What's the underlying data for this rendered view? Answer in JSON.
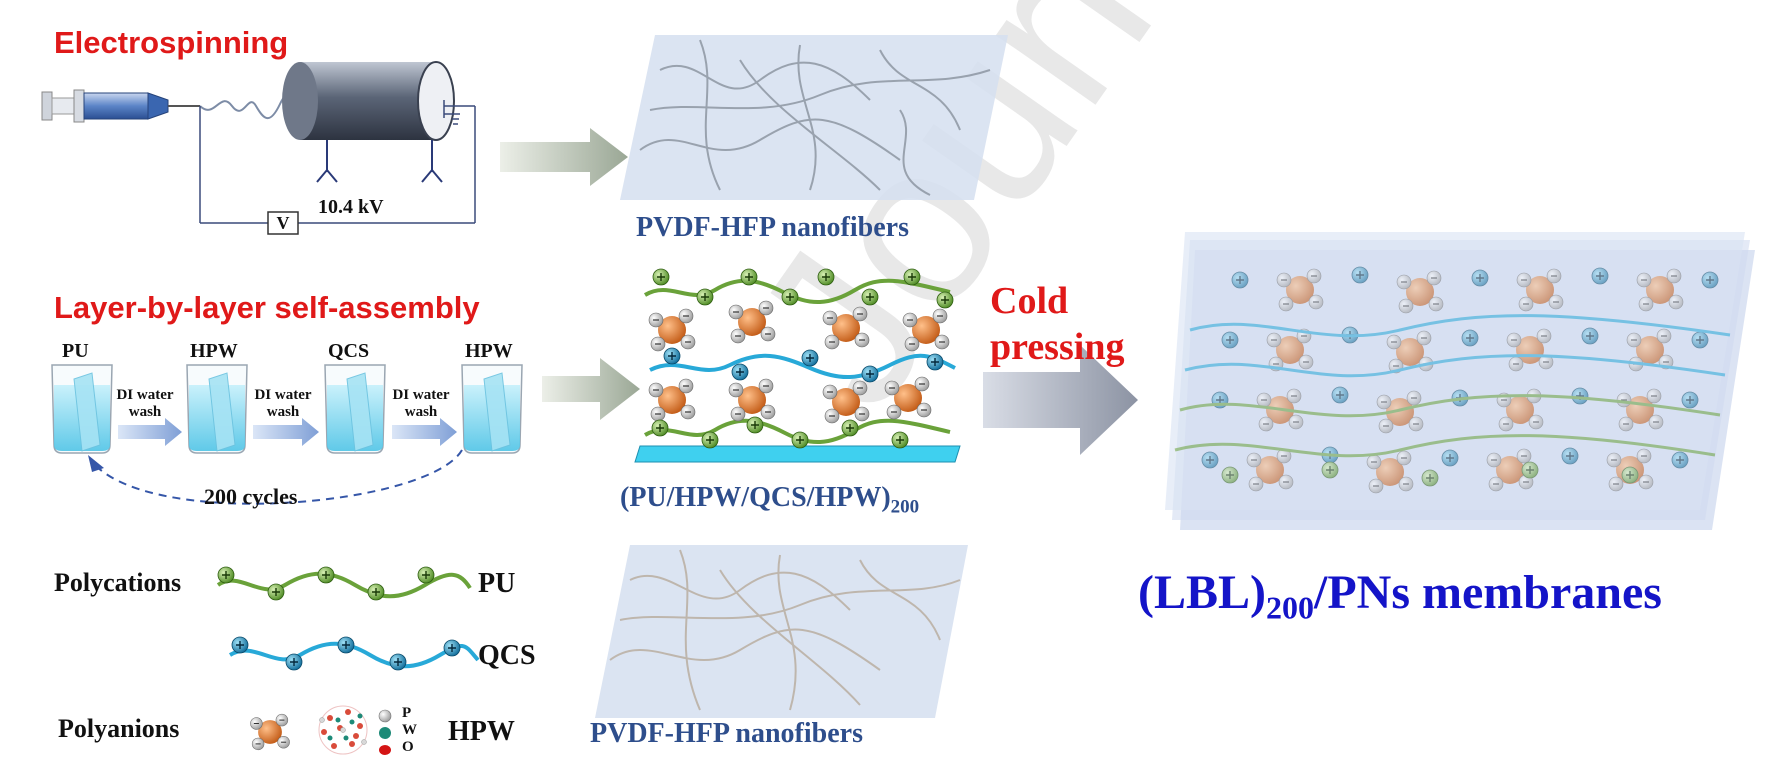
{
  "electrospinning": {
    "title": "Electrospinning",
    "voltage": "10.4 kV",
    "voltmeter": "V"
  },
  "lbl": {
    "title": "Layer-by-layer self-assembly",
    "beakers": [
      "PU",
      "HPW",
      "QCS",
      "HPW"
    ],
    "wash_line1": "DI water",
    "wash_line2": "wash",
    "cycles": "200 cycles"
  },
  "legend": {
    "polycations": "Polycations",
    "pu": "PU",
    "qcs": "QCS",
    "polyanions": "Polyanions",
    "hpw": "HPW",
    "atoms": [
      "P",
      "W",
      "O"
    ]
  },
  "middle": {
    "top_label": "PVDF-HFP nanofibers",
    "lbl_label": "(PU/HPW/QCS/HPW)",
    "lbl_subscript": "200",
    "bottom_label": "PVDF-HFP nanofibers"
  },
  "process": {
    "line1": "Cold",
    "line2": "pressing"
  },
  "result": {
    "label_main": "(LBL)",
    "label_sub": "200",
    "label_rest": "/PNs membranes"
  },
  "colors": {
    "red": "#e01919",
    "navy": "#2e4e8c",
    "product_blue": "#1414c8",
    "polycation_green": "#6a9a3a",
    "polycation_blue": "#1e8ab8",
    "hpw_orange": "#d9702a"
  }
}
